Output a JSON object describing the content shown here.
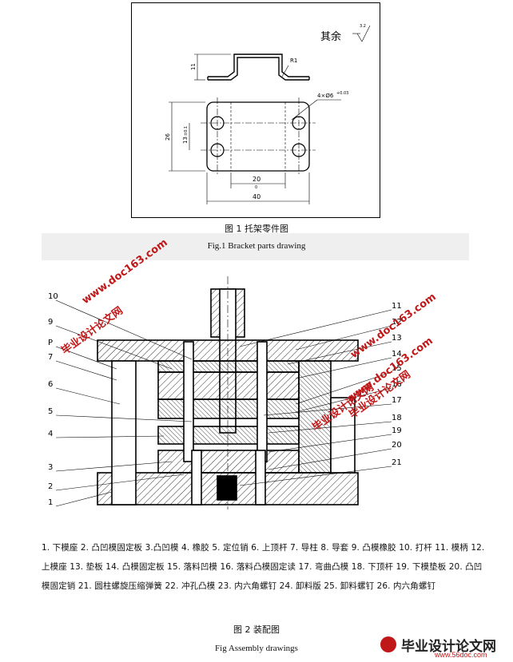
{
  "figure1": {
    "caption_cn": "图 1  托架零件图",
    "caption_en": "Fig.1    Bracket parts drawing",
    "note_text": "其余",
    "roughness": "3.2",
    "dims": {
      "height_11": "11",
      "radius": "R1",
      "holes": "4×Ø6",
      "hole_tol": "+0.03",
      "height_26": "26",
      "height_13": "13",
      "height_13_tol": "±0.1",
      "width_20": "20",
      "width_20_tol": "0",
      "width_40": "40"
    }
  },
  "figure2": {
    "caption_cn": "图 2  装配图",
    "caption_en": "Fig    Assembly drawings",
    "labels_left": [
      "10",
      "9",
      "P",
      "7",
      "6",
      "5",
      "4",
      "3",
      "2",
      "1"
    ],
    "labels_right": [
      "11",
      "12",
      "13",
      "14",
      "15",
      "16",
      "17",
      "18",
      "19",
      "20",
      "21"
    ],
    "parts_list": "1. 下模座 2. 凸凹模固定板 3.凸凹模 4. 橡胶 5. 定位销 6. 上顶杆 7. 导柱 8. 导套 9. 凸模橡胶 10. 打杆 11. 模柄 12. 上模座 13. 垫板 14. 凸模固定板 15. 落料凹模 16. 落料凸模固定读 17. 弯曲凸模 18. 下顶杆 19. 下模垫板 20. 凸凹模固定销 21. 圆柱螺旋压缩弹簧 22. 冲孔凸模 23. 内六角螺钉 24. 卸料版 25. 卸料螺钉 26. 内六角螺钉"
  },
  "watermarks": [
    "www.doc163.com",
    "毕业设计论文网",
    "www.doc163.com",
    "毕业设计论文网",
    "www.doc163.com",
    "毕业设计论文网"
  ],
  "logo": {
    "title": "毕业设计论文网",
    "url": "www.56doc.com"
  }
}
